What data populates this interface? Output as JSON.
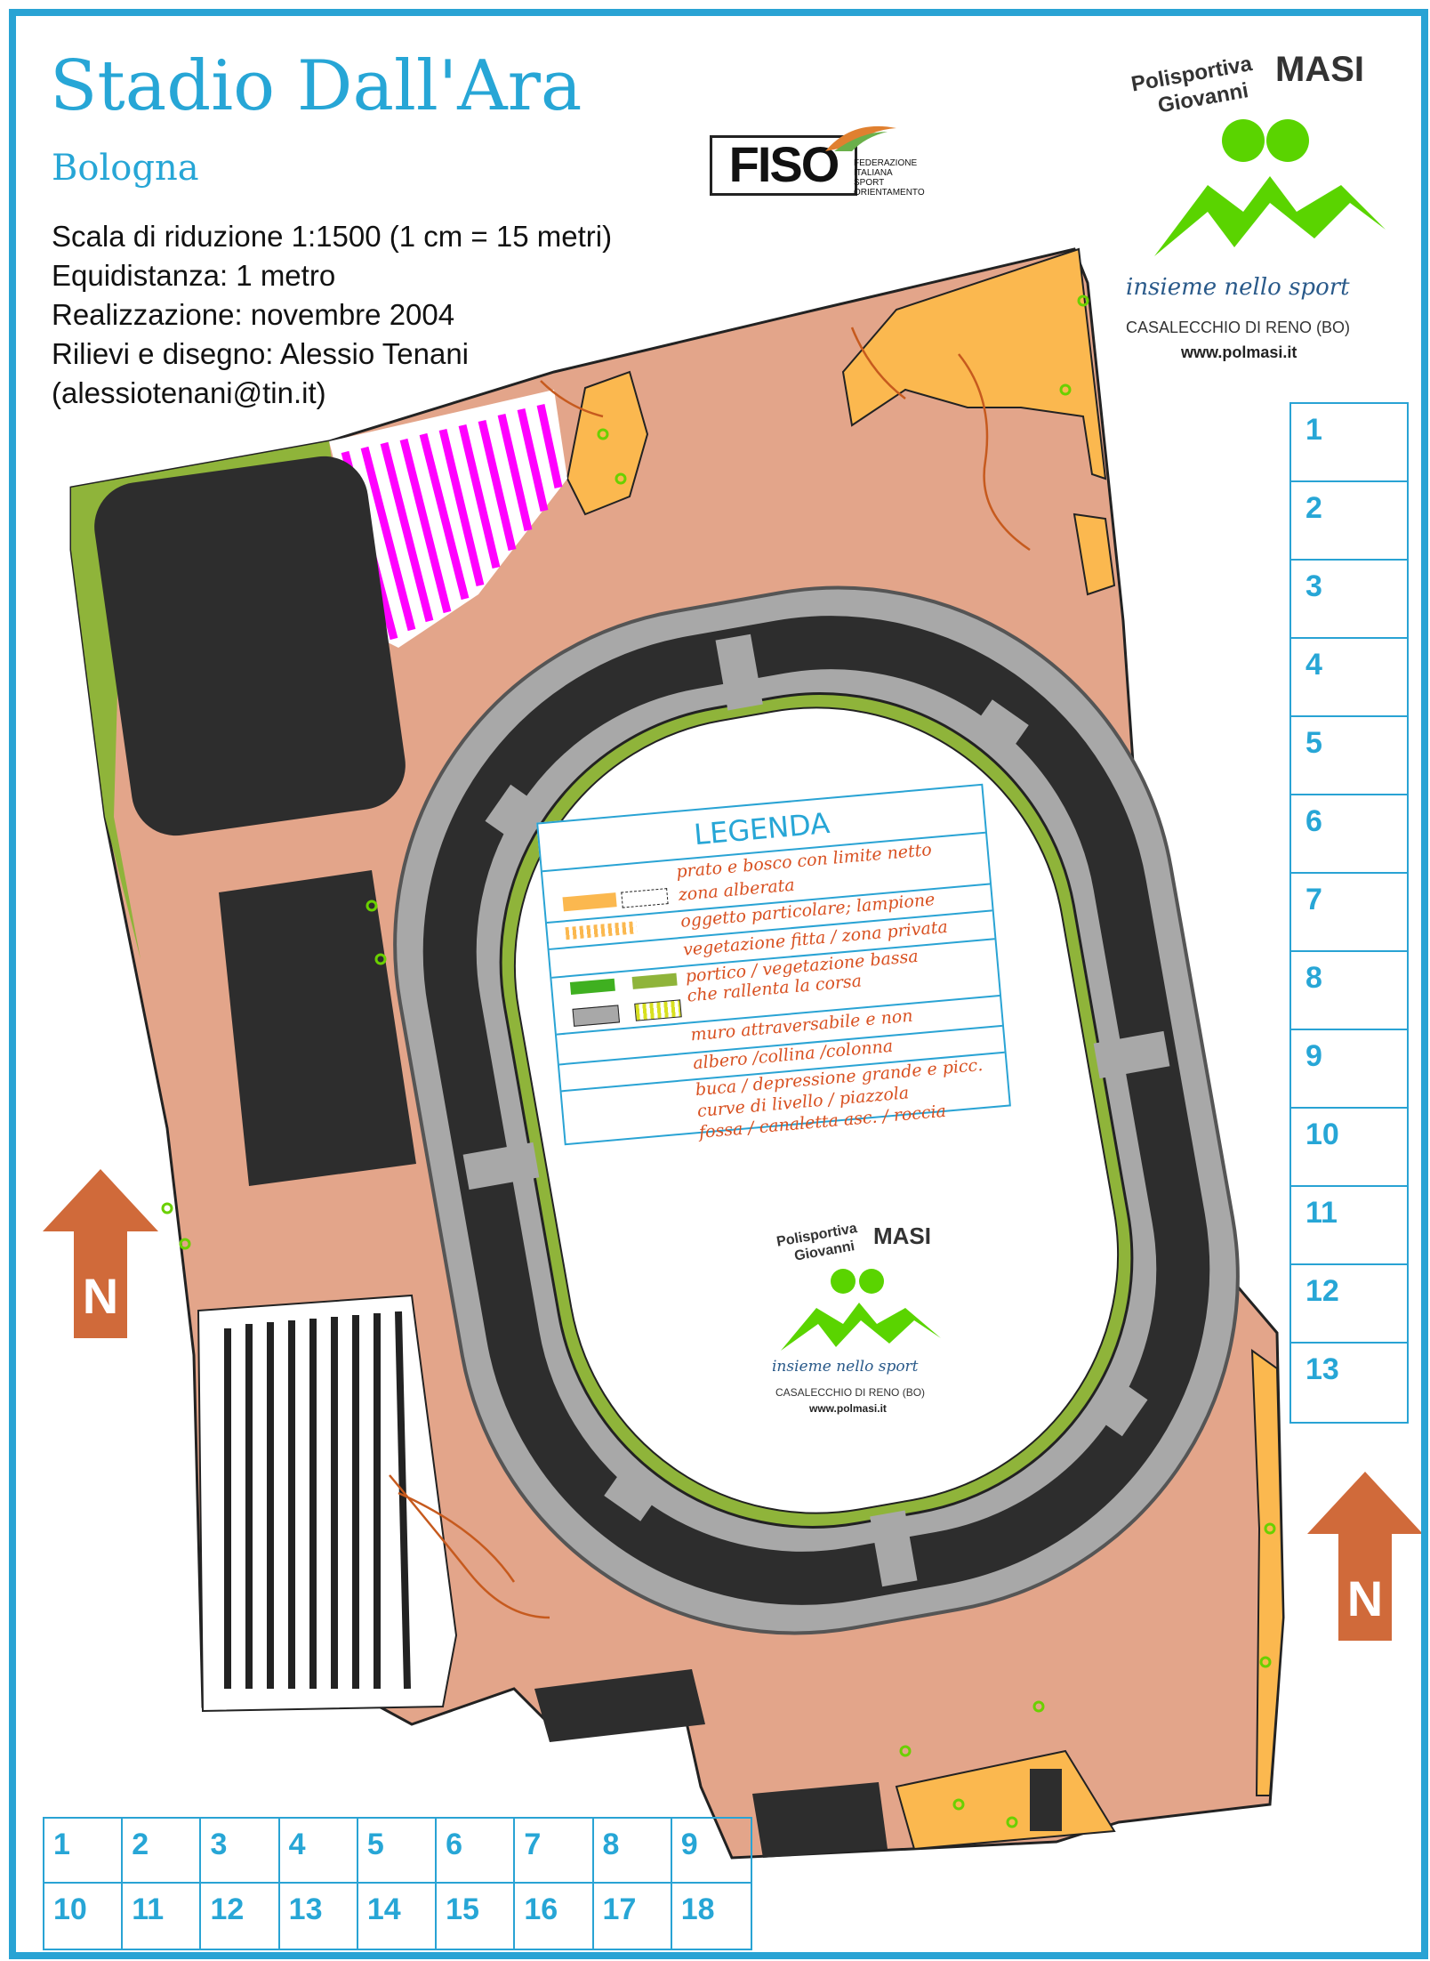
{
  "map": {
    "title": "Stadio Dall'Ara",
    "city": "Bologna",
    "info_lines": [
      "Scala di riduzione 1:1500  (1 cm = 15 metri)",
      "Equidistanza: 1 metro",
      "Realizzazione: novembre 2004",
      "Rilievi e disegno: Alessio Tenani",
      "(alessiotenani@tin.it)"
    ],
    "north_label": "N",
    "colors": {
      "frame": "#29a3d4",
      "paved": "#e3a58a",
      "field": "#ffffff",
      "track": "#a8a8a8",
      "building": "#2d2d2d",
      "open_land": "#fbb84f",
      "vegetation": "#8fb43a",
      "forbidden": "#ff00ff",
      "contour": "#c65a1e"
    }
  },
  "fiso": {
    "logo_text": "FISO",
    "subtitle_lines": [
      "FEDERAZIONE",
      "ITALIANA",
      "SPORT",
      "ORIENTAMENTO"
    ]
  },
  "club": {
    "name_line1": "Polisportiva",
    "name_line2": "Giovanni",
    "name_bold": "MASI",
    "slogan": "insieme nello sport",
    "town": "CASALECCHIO DI RENO (BO)",
    "website": "www.polmasi.it"
  },
  "legend": {
    "title": "LEGENDA",
    "items": [
      "prato e bosco con limite netto",
      "zona alberata",
      "oggetto particolare; lampione",
      "vegetazione fitta / zona privata",
      "portico / vegetazione bassa",
      "che rallenta la corsa",
      "muro attraversabile e non",
      "albero  /collina /colonna",
      "buca / depressione grande e picc.",
      "curve di livello / piazzola",
      "fossa / canaletta asc. / roccia"
    ]
  },
  "control_boxes": {
    "right": [
      "1",
      "2",
      "3",
      "4",
      "5",
      "6",
      "7",
      "8",
      "9",
      "10",
      "11",
      "12",
      "13"
    ],
    "bottom_row1": [
      "1",
      "2",
      "3",
      "4",
      "5",
      "6",
      "7",
      "8",
      "9"
    ],
    "bottom_row2": [
      "10",
      "11",
      "12",
      "13",
      "14",
      "15",
      "16",
      "17",
      "18"
    ]
  }
}
